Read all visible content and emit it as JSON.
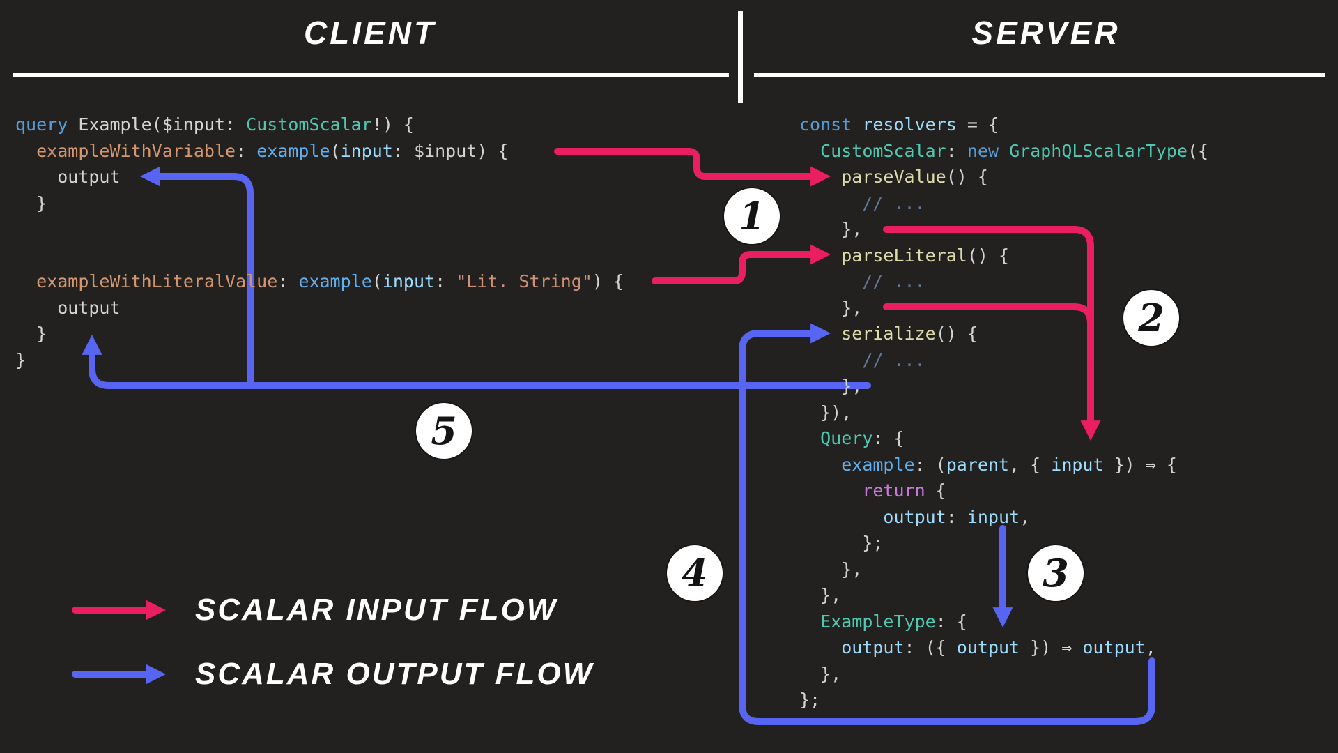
{
  "headers": {
    "client": "CLIENT",
    "server": "SERVER"
  },
  "colors": {
    "background": "#232120",
    "divider": "#ffffff",
    "input_flow": "#e91e63",
    "output_flow": "#5865f2",
    "badge_bg": "#ffffff",
    "badge_text": "#141414"
  },
  "syntax_palette": {
    "kw": "#569cd6",
    "type": "#4ec9b0",
    "alias": "#d29770",
    "fn": "#61afef",
    "method": "#dcdcaa",
    "str": "#ce9178",
    "comment": "#5f7a99",
    "ret": "#c678dd",
    "var": "#9cdcfe",
    "plain": "#d4d4d4"
  },
  "client_code": {
    "lines": [
      [
        [
          "kw",
          "query"
        ],
        [
          "plain",
          " Example("
        ],
        [
          "plain",
          "$input"
        ],
        [
          "plain",
          ": "
        ],
        [
          "type",
          "CustomScalar"
        ],
        [
          "plain",
          "!) {"
        ]
      ],
      [
        [
          "plain",
          "  "
        ],
        [
          "alias",
          "exampleWithVariable"
        ],
        [
          "plain",
          ": "
        ],
        [
          "fn",
          "example"
        ],
        [
          "plain",
          "("
        ],
        [
          "var",
          "input"
        ],
        [
          "plain",
          ": $input) {"
        ]
      ],
      [
        [
          "plain",
          "    output"
        ]
      ],
      [
        [
          "plain",
          "  }"
        ]
      ],
      [],
      [],
      [
        [
          "plain",
          "  "
        ],
        [
          "alias",
          "exampleWithLiteralValue"
        ],
        [
          "plain",
          ": "
        ],
        [
          "fn",
          "example"
        ],
        [
          "plain",
          "("
        ],
        [
          "var",
          "input"
        ],
        [
          "plain",
          ": "
        ],
        [
          "str",
          "\"Lit. String\""
        ],
        [
          "plain",
          ") {"
        ]
      ],
      [
        [
          "plain",
          "    output"
        ]
      ],
      [
        [
          "plain",
          "  }"
        ]
      ],
      [
        [
          "plain",
          "}"
        ]
      ]
    ]
  },
  "server_code": {
    "lines": [
      [
        [
          "kw",
          "const"
        ],
        [
          "plain",
          " "
        ],
        [
          "var",
          "resolvers"
        ],
        [
          "plain",
          " = {"
        ]
      ],
      [
        [
          "plain",
          "  "
        ],
        [
          "type",
          "CustomScalar"
        ],
        [
          "plain",
          ": "
        ],
        [
          "kw",
          "new"
        ],
        [
          "plain",
          " "
        ],
        [
          "type",
          "GraphQLScalarType"
        ],
        [
          "plain",
          "({"
        ]
      ],
      [
        [
          "plain",
          "    "
        ],
        [
          "method",
          "parseValue"
        ],
        [
          "plain",
          "() {"
        ]
      ],
      [
        [
          "comment",
          "      // ..."
        ]
      ],
      [
        [
          "plain",
          "    },"
        ]
      ],
      [
        [
          "plain",
          "    "
        ],
        [
          "method",
          "parseLiteral"
        ],
        [
          "plain",
          "() {"
        ]
      ],
      [
        [
          "comment",
          "      // ..."
        ]
      ],
      [
        [
          "plain",
          "    },"
        ]
      ],
      [
        [
          "plain",
          "    "
        ],
        [
          "method",
          "serialize"
        ],
        [
          "plain",
          "() {"
        ]
      ],
      [
        [
          "comment",
          "      // ..."
        ]
      ],
      [
        [
          "plain",
          "    },"
        ]
      ],
      [
        [
          "plain",
          "  }),"
        ]
      ],
      [
        [
          "plain",
          "  "
        ],
        [
          "type",
          "Query"
        ],
        [
          "plain",
          ": {"
        ]
      ],
      [
        [
          "plain",
          "    "
        ],
        [
          "fn",
          "example"
        ],
        [
          "plain",
          ": ("
        ],
        [
          "var",
          "parent"
        ],
        [
          "plain",
          ", { "
        ],
        [
          "var",
          "input"
        ],
        [
          "plain",
          " }) ⇒ {"
        ]
      ],
      [
        [
          "plain",
          "      "
        ],
        [
          "ret",
          "return"
        ],
        [
          "plain",
          " {"
        ]
      ],
      [
        [
          "plain",
          "        "
        ],
        [
          "var",
          "output"
        ],
        [
          "plain",
          ": "
        ],
        [
          "var",
          "input"
        ],
        [
          "plain",
          ","
        ]
      ],
      [
        [
          "plain",
          "      };"
        ]
      ],
      [
        [
          "plain",
          "    },"
        ]
      ],
      [
        [
          "plain",
          "  },"
        ]
      ],
      [
        [
          "plain",
          "  "
        ],
        [
          "type",
          "ExampleType"
        ],
        [
          "plain",
          ": {"
        ]
      ],
      [
        [
          "plain",
          "    "
        ],
        [
          "var",
          "output"
        ],
        [
          "plain",
          ": ({ "
        ],
        [
          "var",
          "output"
        ],
        [
          "plain",
          " }) ⇒ "
        ],
        [
          "var",
          "output"
        ],
        [
          "plain",
          ","
        ]
      ],
      [
        [
          "plain",
          "  },"
        ]
      ],
      [
        [
          "plain",
          "};"
        ]
      ]
    ]
  },
  "badges": [
    {
      "label": "1"
    },
    {
      "label": "2"
    },
    {
      "label": "3"
    },
    {
      "label": "4"
    },
    {
      "label": "5"
    }
  ],
  "legend": {
    "items": [
      {
        "label": "SCALAR INPUT FLOW",
        "flow": "input"
      },
      {
        "label": "SCALAR OUTPUT FLOW",
        "flow": "output"
      }
    ]
  }
}
